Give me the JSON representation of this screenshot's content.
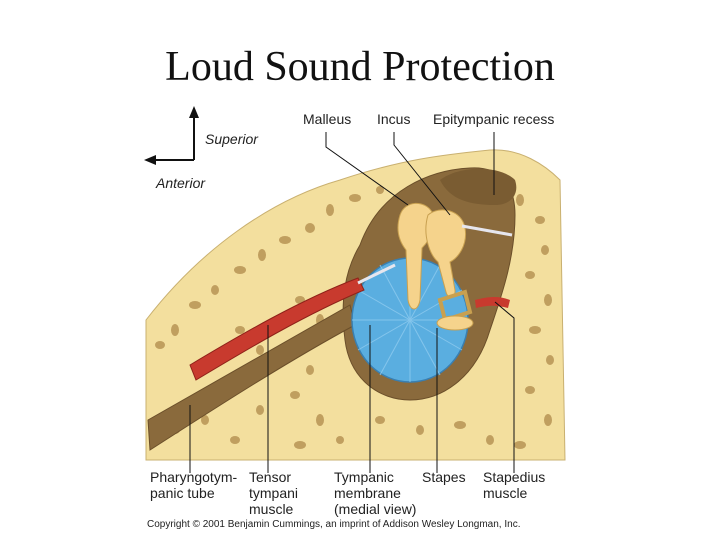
{
  "slide": {
    "title": "Loud Sound Protection"
  },
  "orientation": {
    "superior": "Superior",
    "anterior": "Anterior"
  },
  "labels_top": {
    "malleus": "Malleus",
    "incus": "Incus",
    "epitympanic": "Epitympanic recess"
  },
  "labels_bottom": {
    "pharyngotympanic": "Pharyngotym-\npanic tube",
    "tensor": "Tensor\ntympani\nmuscle",
    "tympanic": "Tympanic\nmembrane\n(medial view)",
    "stapes": "Stapes",
    "stapedius": "Stapedius\nmuscle"
  },
  "copyright": "Copyright © 2001 Benjamin Cummings, an imprint of Addison Wesley Longman, Inc.",
  "colors": {
    "bone": "#f3df9e",
    "cavity": "#8a6a3c",
    "membrane": "#5aaee0",
    "muscle": "#c83a2e",
    "ossicle": "#f5d38c"
  }
}
